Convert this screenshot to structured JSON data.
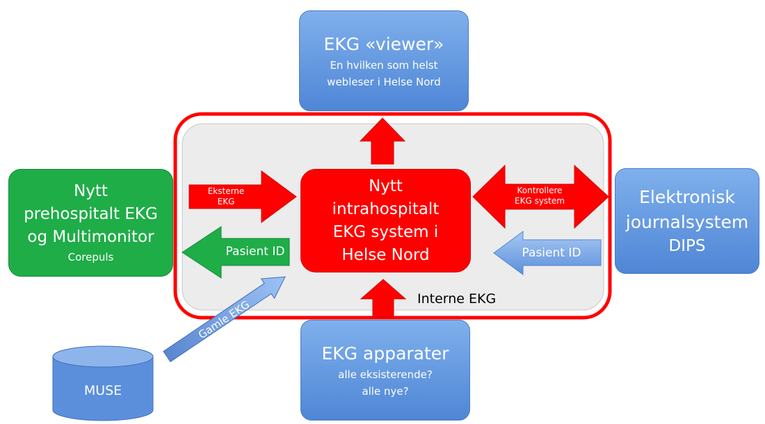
{
  "top_box": {
    "title": "EKG «viewer»",
    "line1": "En hvilken som helst",
    "line2": "webleser i Helse Nord"
  },
  "left_box": {
    "line1": "Nytt",
    "line2": "prehospitalt EKG",
    "line3": "og Multimonitor",
    "line4": "Corepuls"
  },
  "center_box": {
    "line1": "Nytt",
    "line2": "intrahospitalt",
    "line3": "EKG system i",
    "line4": "Helse Nord"
  },
  "right_box": {
    "line1": "Elektronisk",
    "line2": "journalsystem",
    "line3": "DIPS"
  },
  "bottom_box": {
    "title": "EKG apparater",
    "line1": "alle eksisterende?",
    "line2": "alle nye?"
  },
  "muse": {
    "label": "MUSE"
  },
  "arrows": {
    "eksterne": {
      "line1": "Eksterne",
      "line2": "EKG"
    },
    "pasient_left": "Pasient ID",
    "kontrollere": {
      "line1": "Kontrollere",
      "line2": "EKG system"
    },
    "pasient_right": "Pasient ID",
    "interne": "Interne EKG",
    "gamle": "Gamle EKG"
  },
  "colors": {
    "red": "#ff0000",
    "green": "#1fad48",
    "blue": "#5b8fdc",
    "frame": "#e8e8e8"
  }
}
